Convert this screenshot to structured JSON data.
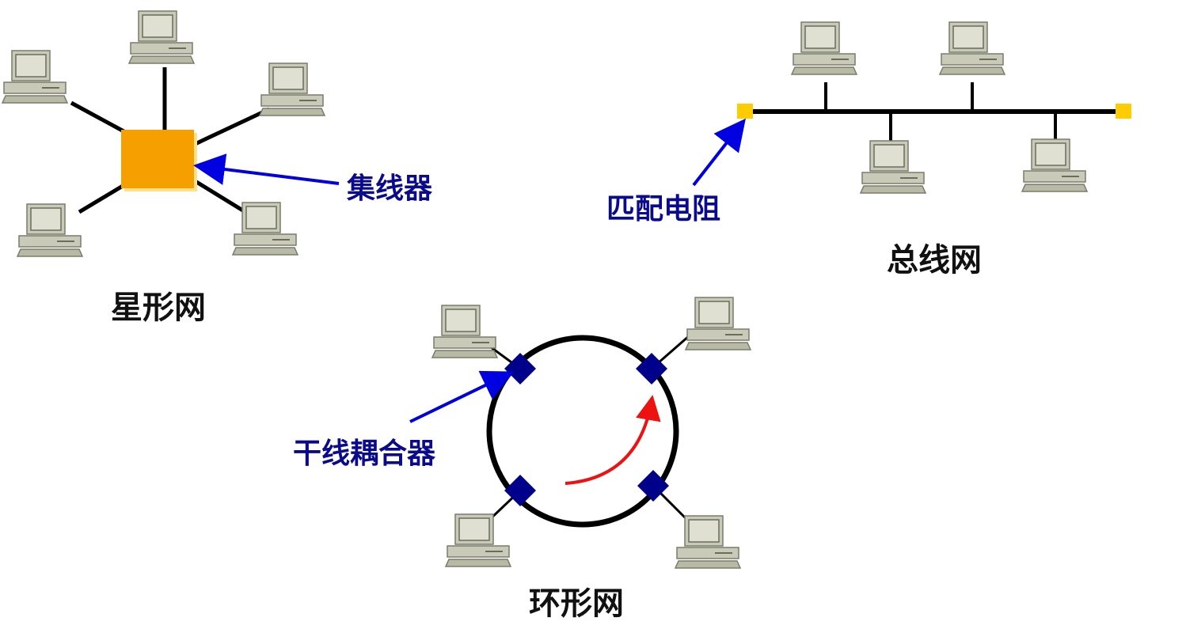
{
  "labels": {
    "star_network": "星形网",
    "bus_network": "总线网",
    "ring_network": "环形网",
    "hub": "集线器",
    "terminator": "匹配电阻",
    "trunk_coupler": "干线耦合器"
  },
  "colors": {
    "line": "#000000",
    "hub": "#f5a000",
    "hub_shadow": "#ffe08a",
    "terminator": "#ffcc00",
    "coupler": "#00008b",
    "annotation_arrow": "#0000e0",
    "direction_arrow": "#ee1111",
    "computer_body": "#c9cbb8",
    "computer_shadow": "#8a8c7a",
    "label_text": "#111111",
    "annotation_text": "#0a0a8c"
  },
  "icons": {
    "computer": "desktop-computer-icon",
    "hub": "hub-square",
    "terminator": "terminator-square",
    "coupler": "coupler-diamond"
  }
}
